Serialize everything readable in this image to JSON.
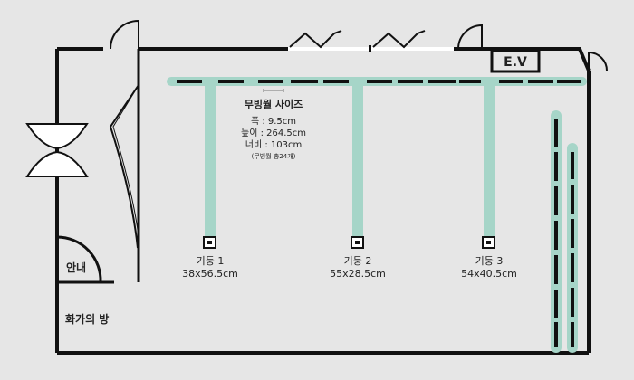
{
  "plan": {
    "elevator_label": "E.V",
    "room_labels": {
      "info": "안내",
      "artist_room": "화가의 방"
    },
    "wall_size": {
      "title": "무빙월 사이즈",
      "width": "폭 : 9.5cm",
      "height": "높이 : 264.5cm",
      "depth": "너비 : 103cm",
      "count": "(무빙월 총24개)"
    },
    "pillars": [
      {
        "name": "기둥 1",
        "size": "38x56.5cm"
      },
      {
        "name": "기둥 2",
        "size": "55x28.5cm"
      },
      {
        "name": "기둥 3",
        "size": "54x40.5cm"
      }
    ]
  },
  "colors": {
    "background": "#e6e6e6",
    "wall": "#111111",
    "track": "#a6d5c8",
    "panel": "#111111"
  }
}
